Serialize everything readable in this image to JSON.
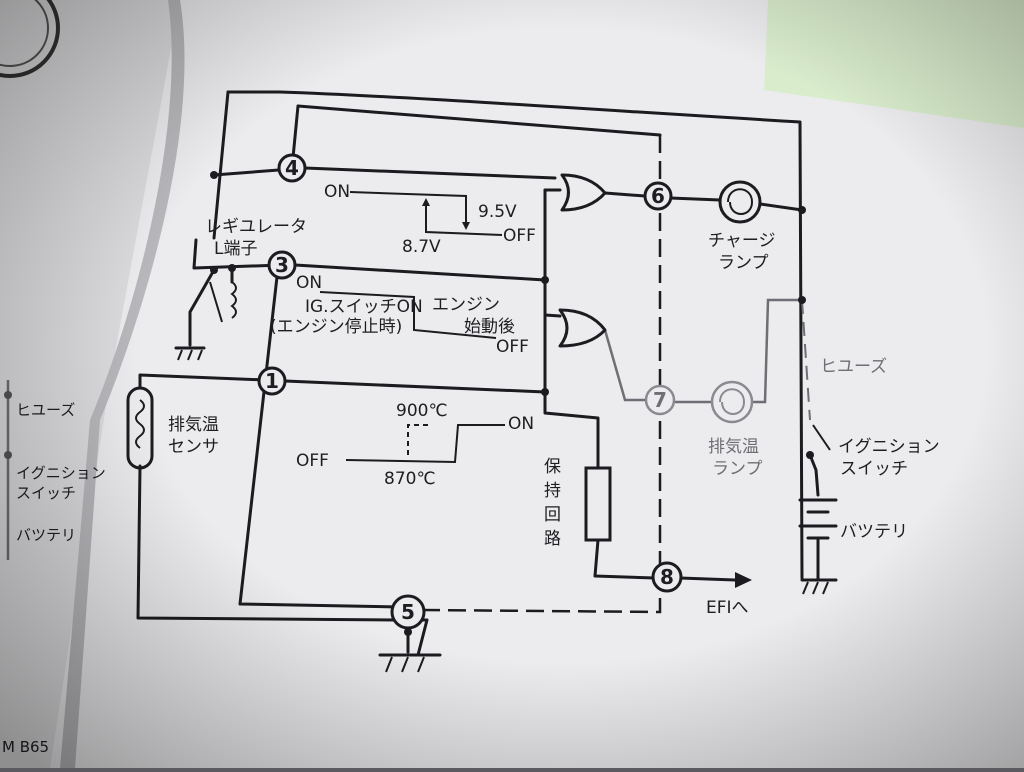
{
  "diagram": {
    "terminals": [
      "4",
      "3",
      "1",
      "5",
      "6",
      "7",
      "8"
    ],
    "regulator_label": [
      "レギユレータ",
      "L端子"
    ],
    "timing_charge": {
      "on": "ON",
      "off": "OFF",
      "high_v": "9.5V",
      "low_v": "8.7V"
    },
    "timing_ig": {
      "on": "ON",
      "off": "OFF",
      "ig_on": "IG.スイッチON",
      "engine_stop": "(エンジン停止時)",
      "engine": "エンジン",
      "after_start": "始動後"
    },
    "sensor_label": [
      "排気温",
      "センサ"
    ],
    "timing_temp": {
      "high_t": "900℃",
      "low_t": "870℃",
      "off": "OFF",
      "on": "ON"
    },
    "hold_circuit": [
      "保",
      "持",
      "回",
      "路"
    ],
    "charge_lamp": [
      "チャージ",
      "ランプ"
    ],
    "exhaust_lamp": [
      "排気温",
      "ランプ"
    ],
    "fuse": "ヒユーズ",
    "ignition_switch": [
      "イグニション",
      "スイッチ"
    ],
    "battery": "バツテリ",
    "efi": "EFIへ"
  },
  "left_page": {
    "fuse": "ヒユーズ",
    "ignition": [
      "イグニション",
      "スイッチ"
    ],
    "battery": "バツテリ",
    "footer": "M B65"
  }
}
